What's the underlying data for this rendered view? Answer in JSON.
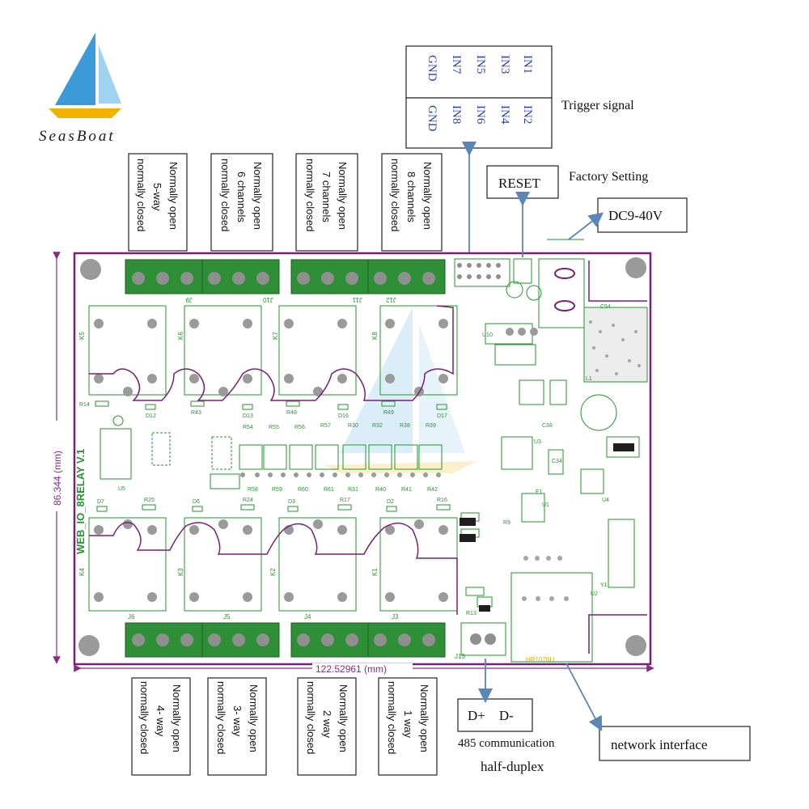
{
  "brand": {
    "name": "SeasBoat"
  },
  "colors": {
    "board_outline": "#7a1f78",
    "trace_green": "#1f9a2a",
    "terminal_green": "#2f8f36",
    "terminal_dark": "#1c5e22",
    "dimension": "#8a2a8a",
    "arrow": "#5a86b8",
    "label_border": "#222222",
    "pin_text": "#2a3fbf",
    "sail_blue": "#3a9bd8"
  },
  "dimensions": {
    "width": "122.52961 (mm)",
    "height": "86.344 (mm)"
  },
  "board": {
    "name": "WEB_IO_8RELAY V.1"
  },
  "trigger": {
    "top_row": [
      "IN1",
      "IN3",
      "IN5",
      "IN7",
      "GND"
    ],
    "bottom_row": [
      "IN2",
      "IN4",
      "IN6",
      "IN8",
      "GND"
    ],
    "label": "Trigger signal"
  },
  "reset": {
    "button": "RESET",
    "label": "Factory Setting"
  },
  "power": {
    "label": "DC9-40V"
  },
  "rs485": {
    "pins": "D+    D-",
    "line1": "485 communication",
    "line2": "half-duplex"
  },
  "network": {
    "label": "network interface"
  },
  "channels_top": [
    {
      "line1": "Normally open",
      "line2": "5-way",
      "line3": "normally closed"
    },
    {
      "line1": "Normally open",
      "line2": "6 channels",
      "line3": "normally closed"
    },
    {
      "line1": "Normally open",
      "line2": "7 channels",
      "line3": "normally closed"
    },
    {
      "line1": "Normally open",
      "line2": "8 channels",
      "line3": "normally closed"
    }
  ],
  "channels_bottom": [
    {
      "line1": "Normally open",
      "line2": "4- way",
      "line3": "normally closed"
    },
    {
      "line1": "Normally open",
      "line2": "3- way",
      "line3": "normally closed"
    },
    {
      "line1": "Normally open",
      "line2": "2 way",
      "line3": "normally closed"
    },
    {
      "line1": "Normally open",
      "line2": "1 way",
      "line3": "normally closed"
    }
  ],
  "connectors": {
    "top": [
      "J9",
      "J10",
      "J11",
      "J12"
    ],
    "bottom": [
      "J6",
      "J5",
      "J4",
      "J3"
    ],
    "rs485": "J13",
    "ethernet": "HR1076U"
  },
  "relays": {
    "top": [
      "K5",
      "K6",
      "K7",
      "K8"
    ],
    "bottom": [
      "K4",
      "K3",
      "K2",
      "K1"
    ]
  },
  "components": {
    "top_resistors": [
      "R14",
      "R43",
      "R48",
      "R49"
    ],
    "top_leds": [
      "D12",
      "D13",
      "D16",
      "D17"
    ],
    "bottom_leds": [
      "D7",
      "D6",
      "D3",
      "D2"
    ],
    "bottom_resistors": [
      "R25",
      "R24",
      "R17",
      "R16"
    ],
    "opto_labels_top": [
      "R54",
      "R55",
      "R56",
      "R57",
      "R30",
      "R32",
      "R38",
      "R39"
    ],
    "opto_labels_bottom": [
      "R58",
      "R59",
      "R60",
      "R61",
      "R31",
      "R40",
      "R41",
      "R42"
    ],
    "misc": [
      "U5",
      "U10",
      "U3",
      "U2",
      "U4",
      "L1",
      "C54",
      "C34",
      "F1",
      "U1",
      "C38",
      "R9",
      "Y1",
      "R13"
    ]
  }
}
